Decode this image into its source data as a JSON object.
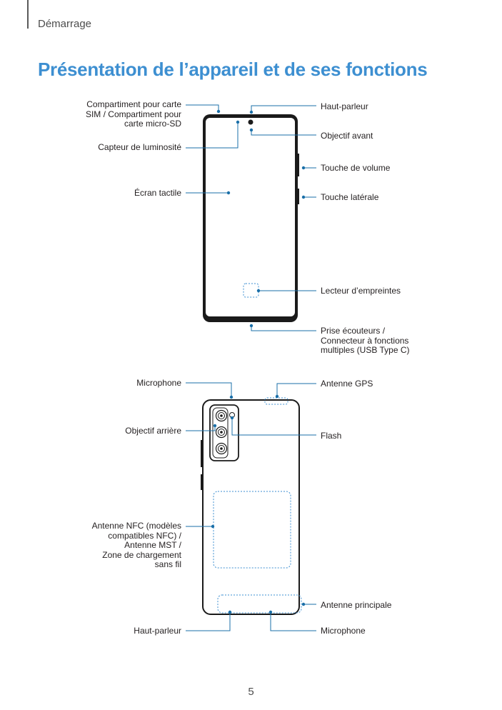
{
  "header": {
    "section": "Démarrage"
  },
  "title": "Présentation de l’appareil et de ses fonctions",
  "front": {
    "labels": {
      "sim_tray": [
        "Compartiment pour carte",
        "SIM / Compartiment pour",
        "carte micro-SD"
      ],
      "light_sensor": "Capteur de luminosité",
      "touchscreen": "Écran tactile",
      "speaker": "Haut-parleur",
      "front_camera": "Objectif avant",
      "volume_key": "Touche de volume",
      "side_key": "Touche latérale",
      "fingerprint": "Lecteur d’empreintes",
      "connector": [
        "Prise écouteurs /",
        "Connecteur à fonctions",
        "multiples (USB Type C)"
      ]
    }
  },
  "back": {
    "labels": {
      "microphone_top": "Microphone",
      "rear_camera": "Objectif arrière",
      "nfc": [
        "Antenne NFC (modèles",
        "compatibles NFC) /",
        "Antenne MST /",
        "Zone de chargement",
        "sans fil"
      ],
      "speaker_bottom": "Haut-parleur",
      "gps_antenna": "Antenne GPS",
      "flash": "Flash",
      "main_antenna": "Antenne principale",
      "microphone_bottom": "Microphone"
    }
  },
  "colors": {
    "accent": "#3d8fd1",
    "leader": "#1a6fa8",
    "phone": "#1a1a1a"
  },
  "footer": {
    "page_number": "5"
  }
}
